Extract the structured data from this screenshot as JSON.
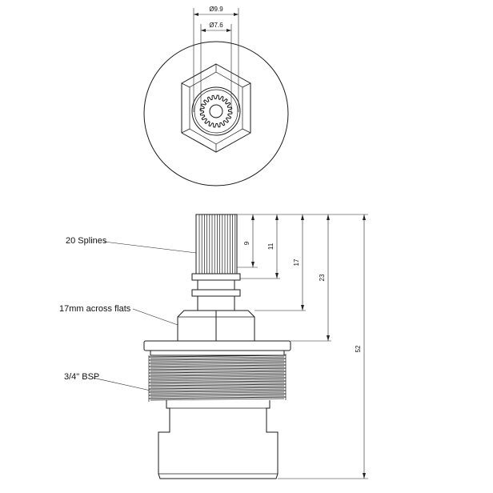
{
  "top_view": {
    "dims": {
      "outer": "Ø9.9",
      "inner": "Ø7.6"
    }
  },
  "side_view": {
    "callouts": {
      "splines": "20 Splines",
      "flats": "17mm across flats",
      "thread": "3/4\" BSP"
    },
    "dims": {
      "d1": "9",
      "d2": "11",
      "d3": "17",
      "d4": "23",
      "d5": "52"
    }
  }
}
